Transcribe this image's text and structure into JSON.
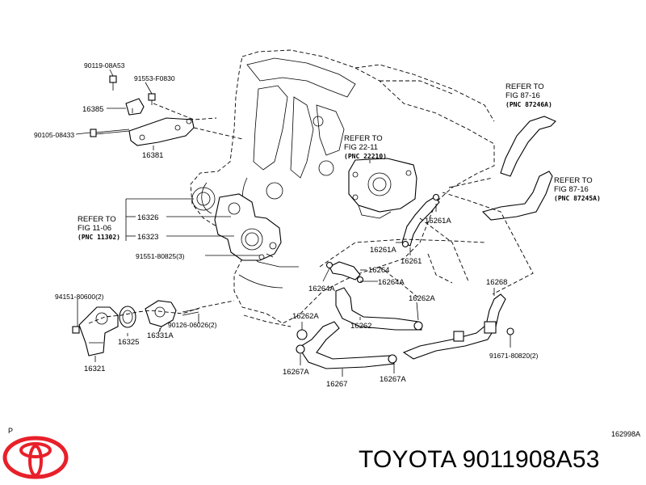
{
  "page": {
    "brand_caption": "TOYOTA 9011908A53",
    "corner_code_left": "P",
    "corner_code_right": "162998A"
  },
  "labels": {
    "p90119": "90119-08A53",
    "p91553": "91553-F0830",
    "p16385": "16385",
    "p90105": "90105-08433",
    "p16381": "16381",
    "refer_fig_1106": "REFER TO",
    "refer_fig_1106_b": "FIG 11-06",
    "refer_fig_1106_pnc": "(PNC 11302)",
    "p16326": "16326",
    "p16323": "16323",
    "p91551": "91551-80825(3)",
    "refer_fig_2211": "REFER TO",
    "refer_fig_2211_b": "FIG 22-11",
    "refer_fig_2211_pnc": "(PNC 22210)",
    "refer_fig_8716a": "REFER TO",
    "refer_fig_8716a_b": "FIG 87-16",
    "refer_fig_8716a_pnc": "(PNC 87246A)",
    "refer_fig_8716b": "REFER TO",
    "refer_fig_8716b_b": "FIG 87-16",
    "refer_fig_8716b_pnc": "(PNC 87245A)",
    "p16261a_r": "16261A",
    "p16261a_l": "16261A",
    "p16261": "16261",
    "p16264": "16264",
    "p16264a_a": "16264A",
    "p16264a_b": "16264A",
    "p16262a_l": "16262A",
    "p16262a_r": "16262A",
    "p16262": "16262",
    "p16268": "16268",
    "p94151": "94151-80600(2)",
    "p90126": "90126-06026(2)",
    "p16325": "16325",
    "p16331a": "16331A",
    "p16321": "16321",
    "p16267a_l": "16267A",
    "p16267": "16267",
    "p16267a_r": "16267A",
    "p91671": "91671-80820(2)"
  },
  "colors": {
    "toyota_red": "#e8202a",
    "line": "#000000"
  },
  "icons": {
    "logo": "toyota-logo-icon"
  }
}
